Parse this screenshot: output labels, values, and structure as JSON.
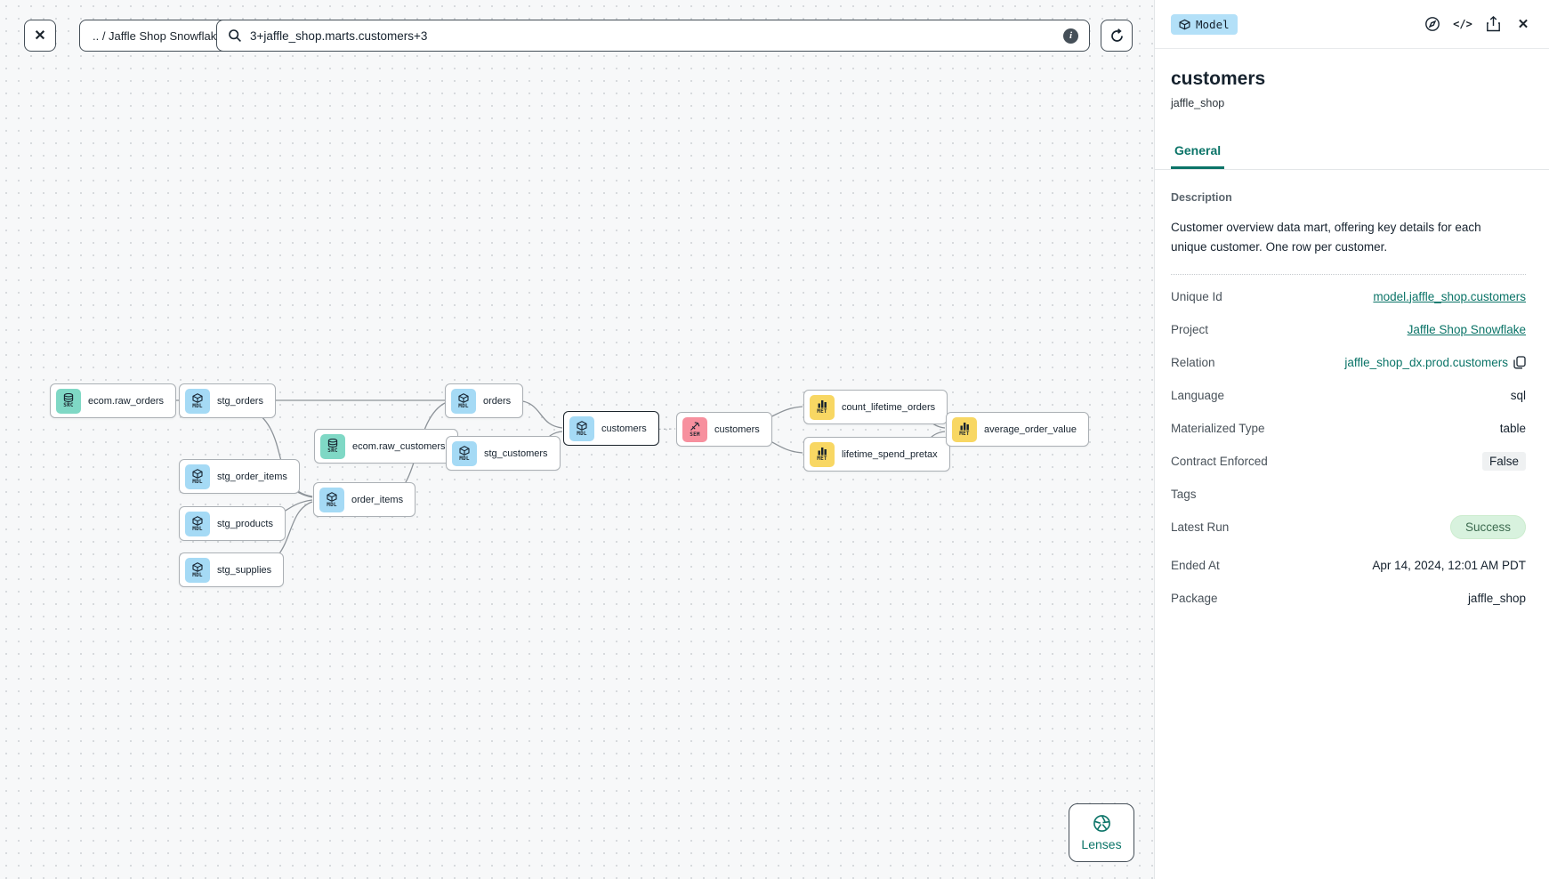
{
  "toolbar": {
    "close_label": "✕",
    "breadcrumb": ".. / Jaffle Shop Snowflake",
    "search_value": "3+jaffle_shop.marts.customers+3",
    "info_glyph": "i"
  },
  "colors": {
    "accent_teal": "#0b7468",
    "badge_blue": "#b3e0f8",
    "chip_source": "#7fd8c5",
    "chip_model": "#a5daf5",
    "chip_semantic": "#f7909e",
    "chip_metric": "#f8d763",
    "success_bg": "#d8f2de",
    "success_text": "#3c6a4f"
  },
  "graph": {
    "lenses_label": "Lenses",
    "nodes": [
      {
        "label": "ecom.raw_orders",
        "type": "SRC"
      },
      {
        "label": "stg_orders",
        "type": "MDL"
      },
      {
        "label": "stg_order_items",
        "type": "MDL"
      },
      {
        "label": "stg_products",
        "type": "MDL"
      },
      {
        "label": "stg_supplies",
        "type": "MDL"
      },
      {
        "label": "ecom.raw_customers",
        "type": "SRC"
      },
      {
        "label": "order_items",
        "type": "MDL"
      },
      {
        "label": "orders",
        "type": "MDL"
      },
      {
        "label": "stg_customers",
        "type": "MDL"
      },
      {
        "label": "customers",
        "type": "MDL"
      },
      {
        "label": "customers",
        "type": "SEM"
      },
      {
        "label": "count_lifetime_orders",
        "type": "MET"
      },
      {
        "label": "lifetime_spend_pretax",
        "type": "MET"
      },
      {
        "label": "average_order_value",
        "type": "MET"
      }
    ]
  },
  "panel": {
    "badge": "Model",
    "code_glyph": "</>",
    "close_glyph": "✕",
    "title": "customers",
    "subtitle": "jaffle_shop",
    "tab_general": "General",
    "description_label": "Description",
    "description": "Customer overview data mart, offering key details for each unique customer. One row per customer.",
    "fields": {
      "unique_id": {
        "label": "Unique Id",
        "value": "model.jaffle_shop.customers"
      },
      "project": {
        "label": "Project",
        "value": "Jaffle Shop Snowflake"
      },
      "relation": {
        "label": "Relation",
        "value": "jaffle_shop_dx.prod.customers"
      },
      "language": {
        "label": "Language",
        "value": "sql"
      },
      "materialized_type": {
        "label": "Materialized Type",
        "value": "table"
      },
      "contract_enforced": {
        "label": "Contract Enforced",
        "value": "False"
      },
      "tags": {
        "label": "Tags",
        "value": ""
      },
      "latest_run": {
        "label": "Latest Run",
        "value": "Success"
      },
      "ended_at": {
        "label": "Ended At",
        "value": "Apr 14, 2024, 12:01 AM PDT"
      },
      "package": {
        "label": "Package",
        "value": "jaffle_shop"
      }
    }
  }
}
